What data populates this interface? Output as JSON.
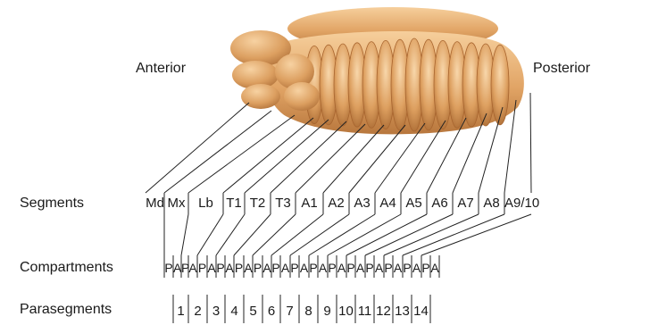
{
  "labels": {
    "anterior": "Anterior",
    "posterior": "Posterior",
    "segments": "Segments",
    "compartments": "Compartments",
    "parasegments": "Parasegments"
  },
  "segments": [
    "Md",
    "Mx",
    "Lb",
    "T1",
    "T2",
    "T3",
    "A1",
    "A2",
    "A3",
    "A4",
    "A5",
    "A6",
    "A7",
    "A8",
    "A9/10"
  ],
  "compartments": [
    "P",
    "A",
    "P",
    "A",
    "P",
    "A",
    "P",
    "A",
    "P",
    "A",
    "P",
    "A",
    "P",
    "A",
    "P",
    "A",
    "P",
    "A",
    "P",
    "A",
    "P",
    "A",
    "P",
    "A",
    "P",
    "A",
    "P",
    "A",
    "P",
    "A"
  ],
  "parasegments": [
    "1",
    "2",
    "3",
    "4",
    "5",
    "6",
    "7",
    "8",
    "9",
    "10",
    "11",
    "12",
    "13",
    "14"
  ],
  "colors": {
    "embryo_light": "#f3c28a",
    "embryo_mid": "#d99a5b",
    "embryo_dark": "#a8652f",
    "line": "#222222"
  }
}
